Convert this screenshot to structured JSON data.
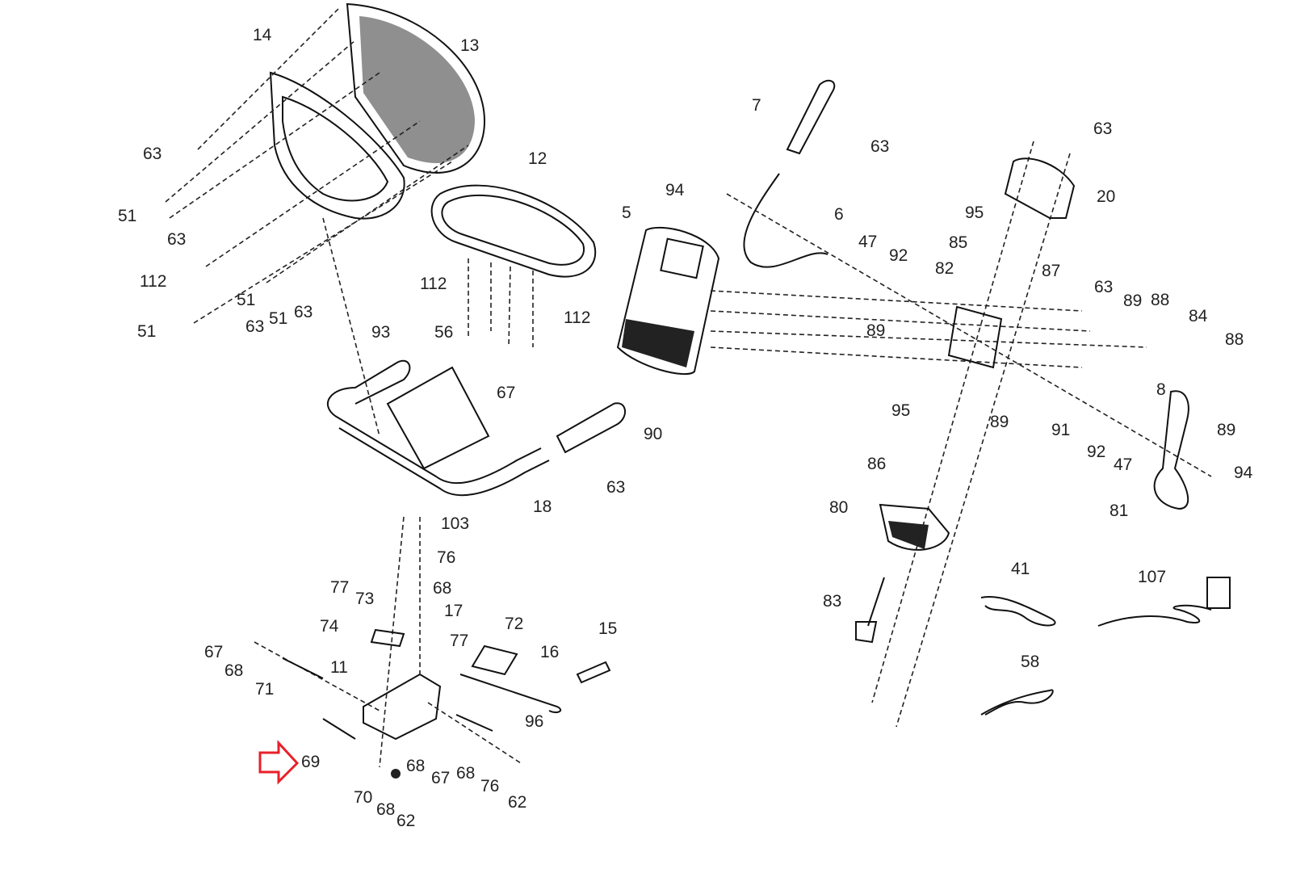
{
  "title": "Exploded parts diagram - recumbent exercise bike",
  "highlight": {
    "part": "69",
    "color": "#e8202a",
    "icon": "right-arrow-outline"
  },
  "labels": [
    {
      "id": "14",
      "text": "14"
    },
    {
      "id": "13",
      "text": "13"
    },
    {
      "id": "63a",
      "text": "63"
    },
    {
      "id": "51a",
      "text": "51"
    },
    {
      "id": "63b",
      "text": "63"
    },
    {
      "id": "112a",
      "text": "112"
    },
    {
      "id": "51b",
      "text": "51"
    },
    {
      "id": "51c",
      "text": "51"
    },
    {
      "id": "63c",
      "text": "63"
    },
    {
      "id": "51d",
      "text": "51"
    },
    {
      "id": "63d",
      "text": "63"
    },
    {
      "id": "12",
      "text": "12"
    },
    {
      "id": "112b",
      "text": "112"
    },
    {
      "id": "112c",
      "text": "112"
    },
    {
      "id": "93",
      "text": "93"
    },
    {
      "id": "56",
      "text": "56"
    },
    {
      "id": "67a",
      "text": "67"
    },
    {
      "id": "90",
      "text": "90"
    },
    {
      "id": "63e",
      "text": "63"
    },
    {
      "id": "18",
      "text": "18"
    },
    {
      "id": "103",
      "text": "103"
    },
    {
      "id": "76a",
      "text": "76"
    },
    {
      "id": "68a",
      "text": "68"
    },
    {
      "id": "77a",
      "text": "77"
    },
    {
      "id": "73",
      "text": "73"
    },
    {
      "id": "17",
      "text": "17"
    },
    {
      "id": "74",
      "text": "74"
    },
    {
      "id": "72",
      "text": "72"
    },
    {
      "id": "15",
      "text": "15"
    },
    {
      "id": "67b",
      "text": "67"
    },
    {
      "id": "68b",
      "text": "68"
    },
    {
      "id": "77b",
      "text": "77"
    },
    {
      "id": "16",
      "text": "16"
    },
    {
      "id": "71",
      "text": "71"
    },
    {
      "id": "11",
      "text": "11"
    },
    {
      "id": "96",
      "text": "96"
    },
    {
      "id": "69",
      "text": "69"
    },
    {
      "id": "68c",
      "text": "68"
    },
    {
      "id": "67c",
      "text": "67"
    },
    {
      "id": "68d",
      "text": "68"
    },
    {
      "id": "76b",
      "text": "76"
    },
    {
      "id": "62a",
      "text": "62"
    },
    {
      "id": "70",
      "text": "70"
    },
    {
      "id": "68e",
      "text": "68"
    },
    {
      "id": "62b",
      "text": "62"
    },
    {
      "id": "7",
      "text": "7"
    },
    {
      "id": "63f",
      "text": "63"
    },
    {
      "id": "94a",
      "text": "94"
    },
    {
      "id": "5",
      "text": "5"
    },
    {
      "id": "6",
      "text": "6"
    },
    {
      "id": "47a",
      "text": "47"
    },
    {
      "id": "92a",
      "text": "92"
    },
    {
      "id": "85",
      "text": "85"
    },
    {
      "id": "82",
      "text": "82"
    },
    {
      "id": "87",
      "text": "87"
    },
    {
      "id": "89a",
      "text": "89"
    },
    {
      "id": "95a",
      "text": "95"
    },
    {
      "id": "63g",
      "text": "63"
    },
    {
      "id": "20",
      "text": "20"
    },
    {
      "id": "63h",
      "text": "63"
    },
    {
      "id": "89b",
      "text": "89"
    },
    {
      "id": "88a",
      "text": "88"
    },
    {
      "id": "84",
      "text": "84"
    },
    {
      "id": "88b",
      "text": "88"
    },
    {
      "id": "8",
      "text": "8"
    },
    {
      "id": "89c",
      "text": "89"
    },
    {
      "id": "95b",
      "text": "95"
    },
    {
      "id": "89d",
      "text": "89"
    },
    {
      "id": "91",
      "text": "91"
    },
    {
      "id": "92b",
      "text": "92"
    },
    {
      "id": "47b",
      "text": "47"
    },
    {
      "id": "94b",
      "text": "94"
    },
    {
      "id": "81",
      "text": "81"
    },
    {
      "id": "86",
      "text": "86"
    },
    {
      "id": "80",
      "text": "80"
    },
    {
      "id": "83",
      "text": "83"
    },
    {
      "id": "41",
      "text": "41"
    },
    {
      "id": "107",
      "text": "107"
    },
    {
      "id": "58",
      "text": "58"
    }
  ]
}
